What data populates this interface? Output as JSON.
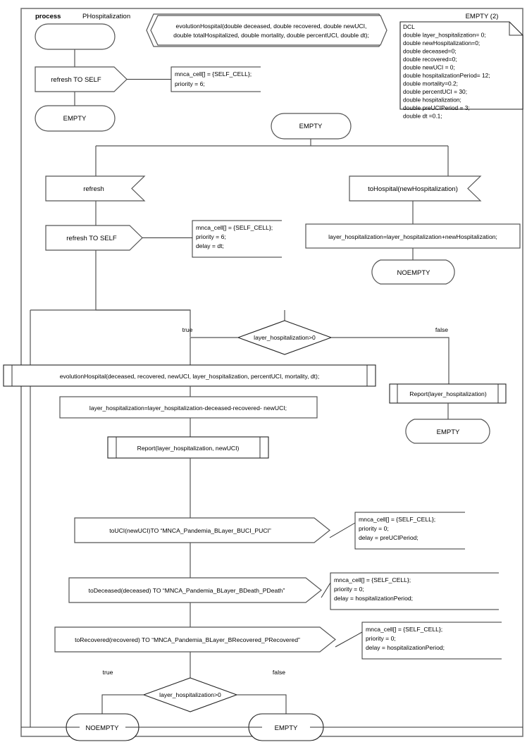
{
  "diagram": {
    "type": "SDL process flowchart",
    "header": {
      "keyword": "process",
      "process_name": "PHospitalization",
      "empty_label": "EMPTY (2)"
    },
    "procedure_signature": {
      "line1": "evolutionHospital(double deceased, double recovered, double newUCI,",
      "line2": "double totalHospitalized, double mortality, double percentUCI, double dt);"
    },
    "declaration": {
      "title": "DCL",
      "lines": [
        "double layer_hospitalization= 0;",
        "double newHospitalization=0;",
        "double deceased=0;",
        "double recovered=0;",
        "double newUCI = 0;",
        "double hospitalizationPeriod= 12;",
        "double mortality=0.2;",
        "double percentUCI = 30;",
        "double hospitalization;",
        "double preUCIPeriod = 3;",
        "double dt =0.1;"
      ]
    },
    "nodes": {
      "start_state": "",
      "refresh_to_self_1": "refresh TO SELF",
      "empty_1": "EMPTY",
      "empty_2": "EMPTY",
      "refresh_input": "refresh",
      "refresh_to_self_2": "refresh TO SELF",
      "to_hospital_input": "toHospital(newHospitalization)",
      "task_add_hospitalization": "layer_hospitalization=layer_hospitalization+newHospitalization;",
      "noempty_1": "NOEMPTY",
      "decision_1": "layer_hospitalization>0",
      "decision_1_true": "true",
      "decision_1_false": "false",
      "call_evolution": "evolutionHospital(deceased, recovered, newUCI, layer_hospitalization, percentUCI, mortality, dt);",
      "task_subtract": "layer_hospitalization=layer_hospitalization-deceased-recovered- newUCI;",
      "call_report_2": "Report(layer_hospitalization, newUCI)",
      "call_report_1": "Report(layer_hospitalization)",
      "empty_3": "EMPTY",
      "to_uci": "toUCI(newUCI)TO “MNCA_Pandemia_BLayer_BUCI_PUCI”",
      "to_deceased": "toDeceased(deceased) TO “MNCA_Pandemia_BLayer_BDeath_PDeath”",
      "to_recovered": "toRecovered(recovered) TO “MNCA_Pandemia_BLayer_BRecovered_PRecovered”",
      "decision_2": "layer_hospitalization>0",
      "decision_2_true": "true",
      "decision_2_false": "false",
      "noempty_2": "NOEMPTY",
      "empty_4": "EMPTY"
    },
    "comments": {
      "comment_1": [
        "mnca_cell[] = {SELF_CELL};",
        "priority = 6;"
      ],
      "comment_2": [
        "mnca_cell[] = {SELF_CELL};",
        "priority = 6;",
        "delay = dt;"
      ],
      "comment_3": [
        "mnca_cell[] = {SELF_CELL};",
        "priority = 0;",
        "delay = preUCIPeriod;"
      ],
      "comment_4": [
        "mnca_cell[] = {SELF_CELL};",
        "priority = 0;",
        "delay = hospitalizationPeriod;"
      ],
      "comment_5": [
        "mnca_cell[] = {SELF_CELL};",
        "priority = 0;",
        "delay = hospitalizationPeriod;"
      ]
    },
    "colors": {
      "stroke": "#555555",
      "stroke_dark": "#222222",
      "background": "#ffffff"
    }
  }
}
